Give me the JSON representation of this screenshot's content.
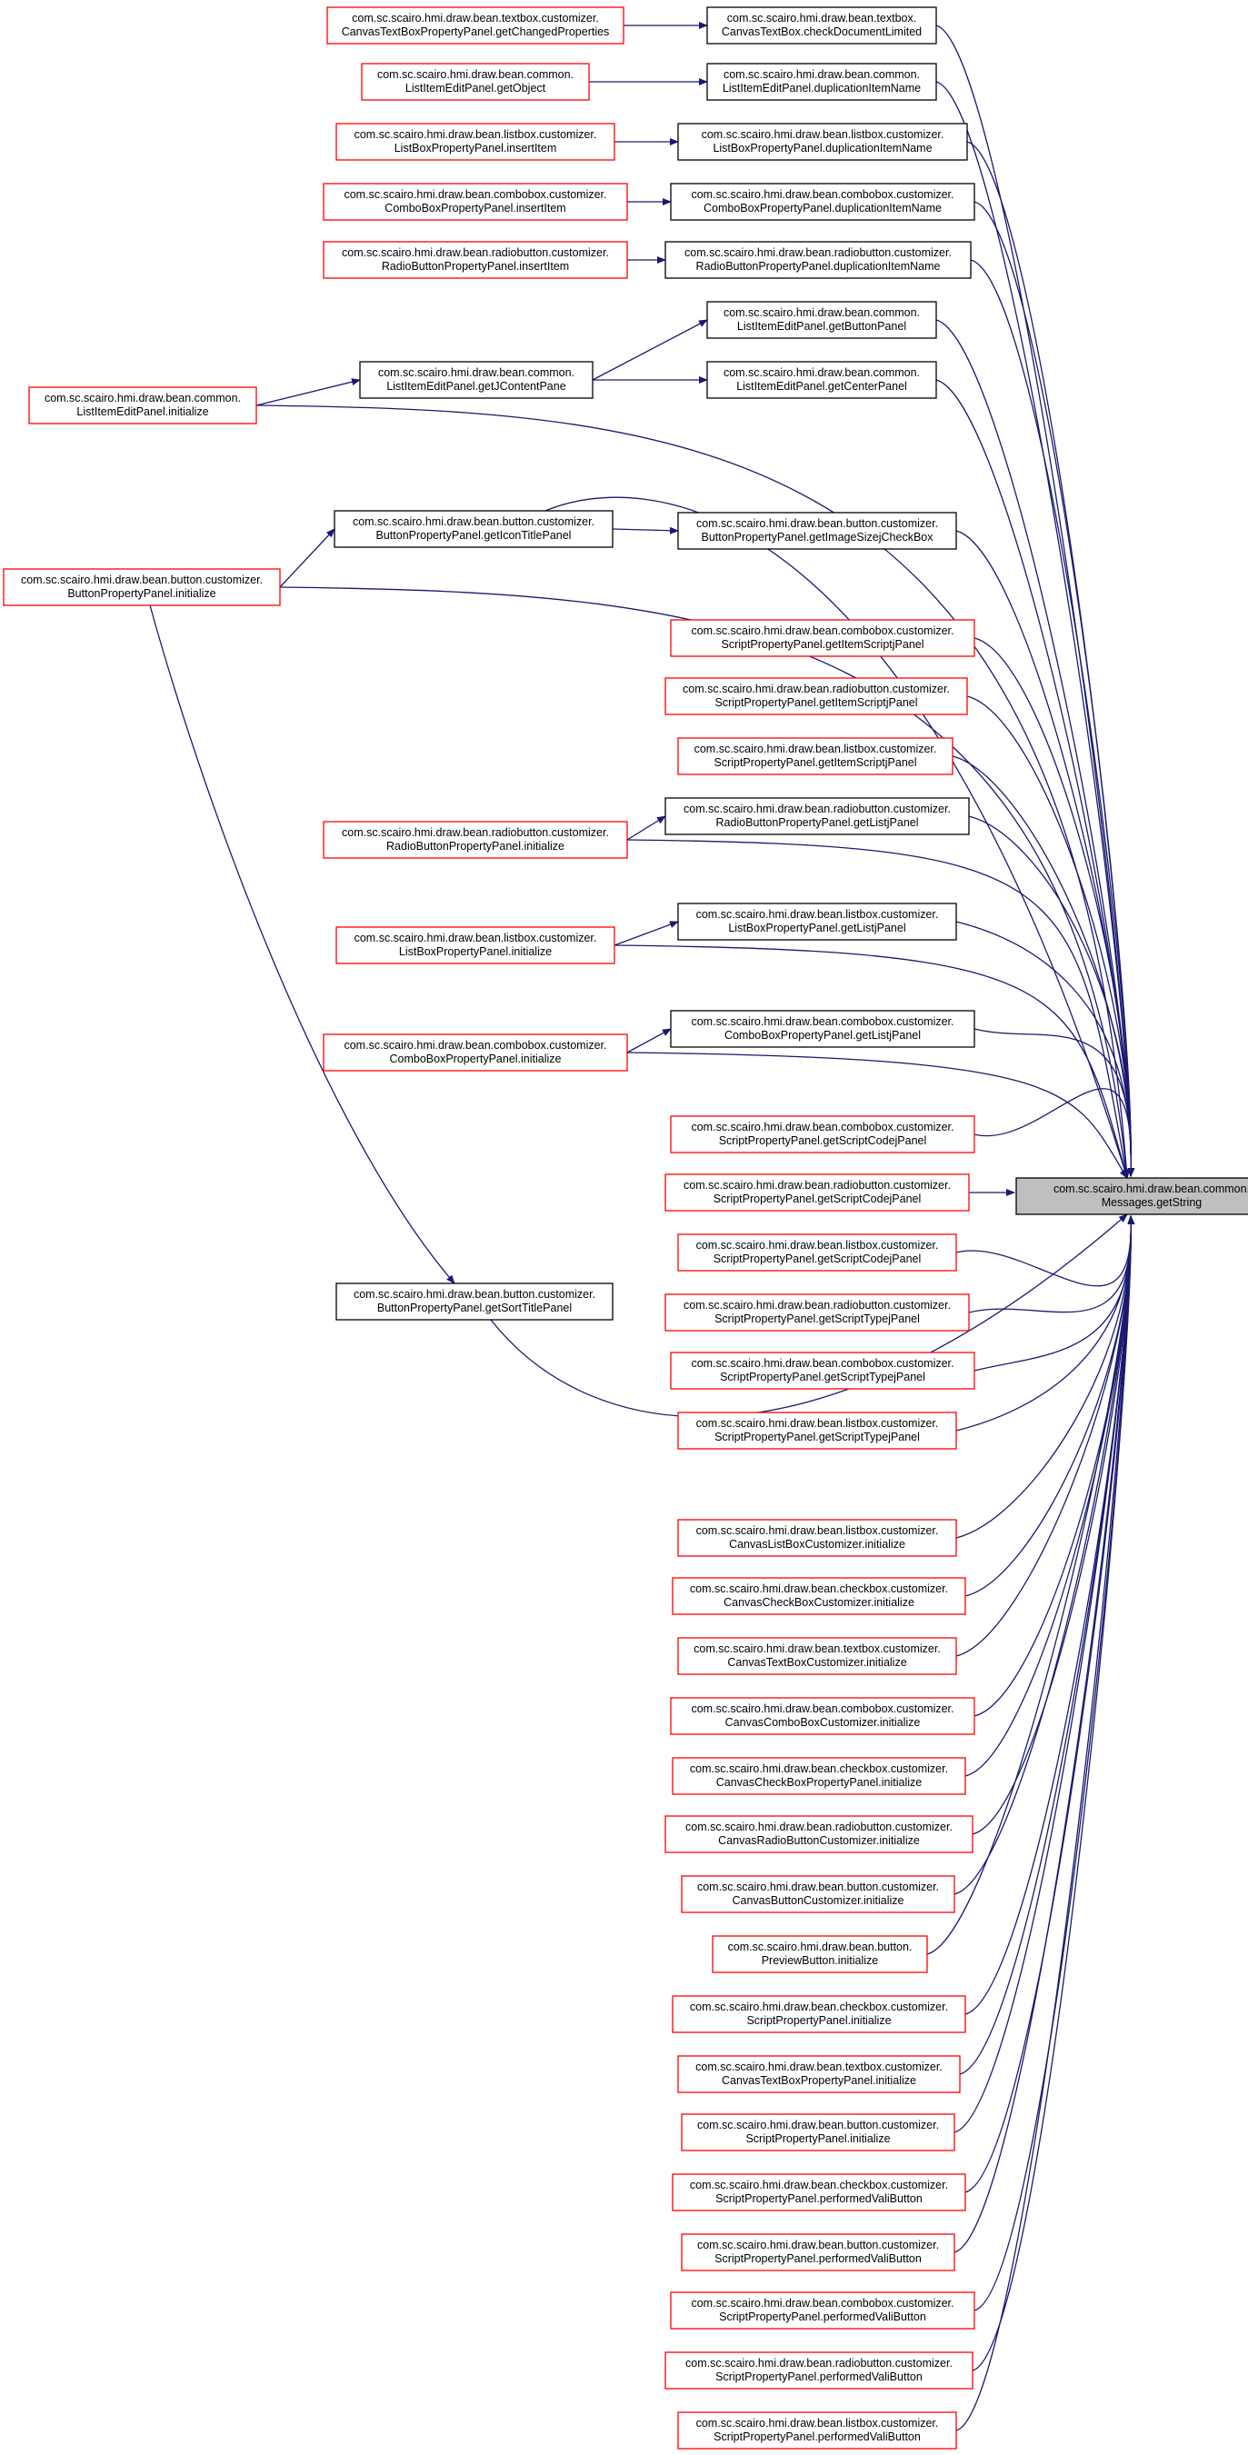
{
  "colors": {
    "edge": "#191970",
    "border_red": "#ff0000",
    "border_black": "#000000",
    "focus_fill": "#bfbfbf",
    "background": "#ffffff"
  },
  "nodes": {
    "target": [
      "com.sc.scairo.hmi.draw.bean.common.",
      "Messages.getString"
    ],
    "n01": [
      "com.sc.scairo.hmi.draw.bean.textbox.customizer.",
      "CanvasTextBoxPropertyPanel.getChangedProperties"
    ],
    "n02": [
      "com.sc.scairo.hmi.draw.bean.textbox.",
      "CanvasTextBox.checkDocumentLimited"
    ],
    "n03": [
      "com.sc.scairo.hmi.draw.bean.common.",
      "ListItemEditPanel.getObject"
    ],
    "n04": [
      "com.sc.scairo.hmi.draw.bean.common.",
      "ListItemEditPanel.duplicationItemName"
    ],
    "n05": [
      "com.sc.scairo.hmi.draw.bean.listbox.customizer.",
      "ListBoxPropertyPanel.insertItem"
    ],
    "n06": [
      "com.sc.scairo.hmi.draw.bean.listbox.customizer.",
      "ListBoxPropertyPanel.duplicationItemName"
    ],
    "n07": [
      "com.sc.scairo.hmi.draw.bean.combobox.customizer.",
      "ComboBoxPropertyPanel.insertItem"
    ],
    "n08": [
      "com.sc.scairo.hmi.draw.bean.combobox.customizer.",
      "ComboBoxPropertyPanel.duplicationItemName"
    ],
    "n09": [
      "com.sc.scairo.hmi.draw.bean.radiobutton.customizer.",
      "RadioButtonPropertyPanel.insertItem"
    ],
    "n10": [
      "com.sc.scairo.hmi.draw.bean.radiobutton.customizer.",
      "RadioButtonPropertyPanel.duplicationItemName"
    ],
    "n11": [
      "com.sc.scairo.hmi.draw.bean.common.",
      "ListItemEditPanel.getButtonPanel"
    ],
    "n12": [
      "com.sc.scairo.hmi.draw.bean.common.",
      "ListItemEditPanel.getJContentPane"
    ],
    "n13": [
      "com.sc.scairo.hmi.draw.bean.common.",
      "ListItemEditPanel.getCenterPanel"
    ],
    "n14": [
      "com.sc.scairo.hmi.draw.bean.common.",
      "ListItemEditPanel.initialize"
    ],
    "n15": [
      "com.sc.scairo.hmi.draw.bean.button.customizer.",
      "ButtonPropertyPanel.getIconTitlePanel"
    ],
    "n16": [
      "com.sc.scairo.hmi.draw.bean.button.customizer.",
      "ButtonPropertyPanel.getImageSizejCheckBox"
    ],
    "n17": [
      "com.sc.scairo.hmi.draw.bean.button.customizer.",
      "ButtonPropertyPanel.initialize"
    ],
    "n18": [
      "com.sc.scairo.hmi.draw.bean.combobox.customizer.",
      "ScriptPropertyPanel.getItemScriptjPanel"
    ],
    "n19": [
      "com.sc.scairo.hmi.draw.bean.radiobutton.customizer.",
      "ScriptPropertyPanel.getItemScriptjPanel"
    ],
    "n20": [
      "com.sc.scairo.hmi.draw.bean.listbox.customizer.",
      "ScriptPropertyPanel.getItemScriptjPanel"
    ],
    "n21": [
      "com.sc.scairo.hmi.draw.bean.radiobutton.customizer.",
      "RadioButtonPropertyPanel.getListjPanel"
    ],
    "n22": [
      "com.sc.scairo.hmi.draw.bean.radiobutton.customizer.",
      "RadioButtonPropertyPanel.initialize"
    ],
    "n23": [
      "com.sc.scairo.hmi.draw.bean.listbox.customizer.",
      "ListBoxPropertyPanel.getListjPanel"
    ],
    "n24": [
      "com.sc.scairo.hmi.draw.bean.listbox.customizer.",
      "ListBoxPropertyPanel.initialize"
    ],
    "n25": [
      "com.sc.scairo.hmi.draw.bean.combobox.customizer.",
      "ComboBoxPropertyPanel.getListjPanel"
    ],
    "n26": [
      "com.sc.scairo.hmi.draw.bean.combobox.customizer.",
      "ComboBoxPropertyPanel.initialize"
    ],
    "n27": [
      "com.sc.scairo.hmi.draw.bean.combobox.customizer.",
      "ScriptPropertyPanel.getScriptCodejPanel"
    ],
    "n28": [
      "com.sc.scairo.hmi.draw.bean.radiobutton.customizer.",
      "ScriptPropertyPanel.getScriptCodejPanel"
    ],
    "n29": [
      "com.sc.scairo.hmi.draw.bean.listbox.customizer.",
      "ScriptPropertyPanel.getScriptCodejPanel"
    ],
    "n30": [
      "com.sc.scairo.hmi.draw.bean.button.customizer.",
      "ButtonPropertyPanel.getSortTitlePanel"
    ],
    "n31": [
      "com.sc.scairo.hmi.draw.bean.radiobutton.customizer.",
      "ScriptPropertyPanel.getScriptTypejPanel"
    ],
    "n32": [
      "com.sc.scairo.hmi.draw.bean.combobox.customizer.",
      "ScriptPropertyPanel.getScriptTypejPanel"
    ],
    "n33": [
      "com.sc.scairo.hmi.draw.bean.listbox.customizer.",
      "ScriptPropertyPanel.getScriptTypejPanel"
    ],
    "n34": [
      "com.sc.scairo.hmi.draw.bean.listbox.customizer.",
      "CanvasListBoxCustomizer.initialize"
    ],
    "n35": [
      "com.sc.scairo.hmi.draw.bean.checkbox.customizer.",
      "CanvasCheckBoxCustomizer.initialize"
    ],
    "n36": [
      "com.sc.scairo.hmi.draw.bean.textbox.customizer.",
      "CanvasTextBoxCustomizer.initialize"
    ],
    "n37": [
      "com.sc.scairo.hmi.draw.bean.combobox.customizer.",
      "CanvasComboBoxCustomizer.initialize"
    ],
    "n38": [
      "com.sc.scairo.hmi.draw.bean.checkbox.customizer.",
      "CanvasCheckBoxPropertyPanel.initialize"
    ],
    "n39": [
      "com.sc.scairo.hmi.draw.bean.radiobutton.customizer.",
      "CanvasRadioButtonCustomizer.initialize"
    ],
    "n40": [
      "com.sc.scairo.hmi.draw.bean.button.customizer.",
      "CanvasButtonCustomizer.initialize"
    ],
    "n41": [
      "com.sc.scairo.hmi.draw.bean.button.",
      "PreviewButton.initialize"
    ],
    "n42": [
      "com.sc.scairo.hmi.draw.bean.checkbox.customizer.",
      "ScriptPropertyPanel.initialize"
    ],
    "n43": [
      "com.sc.scairo.hmi.draw.bean.textbox.customizer.",
      "CanvasTextBoxPropertyPanel.initialize"
    ],
    "n44": [
      "com.sc.scairo.hmi.draw.bean.button.customizer.",
      "ScriptPropertyPanel.initialize"
    ],
    "n45": [
      "com.sc.scairo.hmi.draw.bean.checkbox.customizer.",
      "ScriptPropertyPanel.performedValiButton"
    ],
    "n46": [
      "com.sc.scairo.hmi.draw.bean.button.customizer.",
      "ScriptPropertyPanel.performedValiButton"
    ],
    "n47": [
      "com.sc.scairo.hmi.draw.bean.combobox.customizer.",
      "ScriptPropertyPanel.performedValiButton"
    ],
    "n48": [
      "com.sc.scairo.hmi.draw.bean.radiobutton.customizer.",
      "ScriptPropertyPanel.performedValiButton"
    ],
    "n49": [
      "com.sc.scairo.hmi.draw.bean.listbox.customizer.",
      "ScriptPropertyPanel.performedValiButton"
    ]
  }
}
